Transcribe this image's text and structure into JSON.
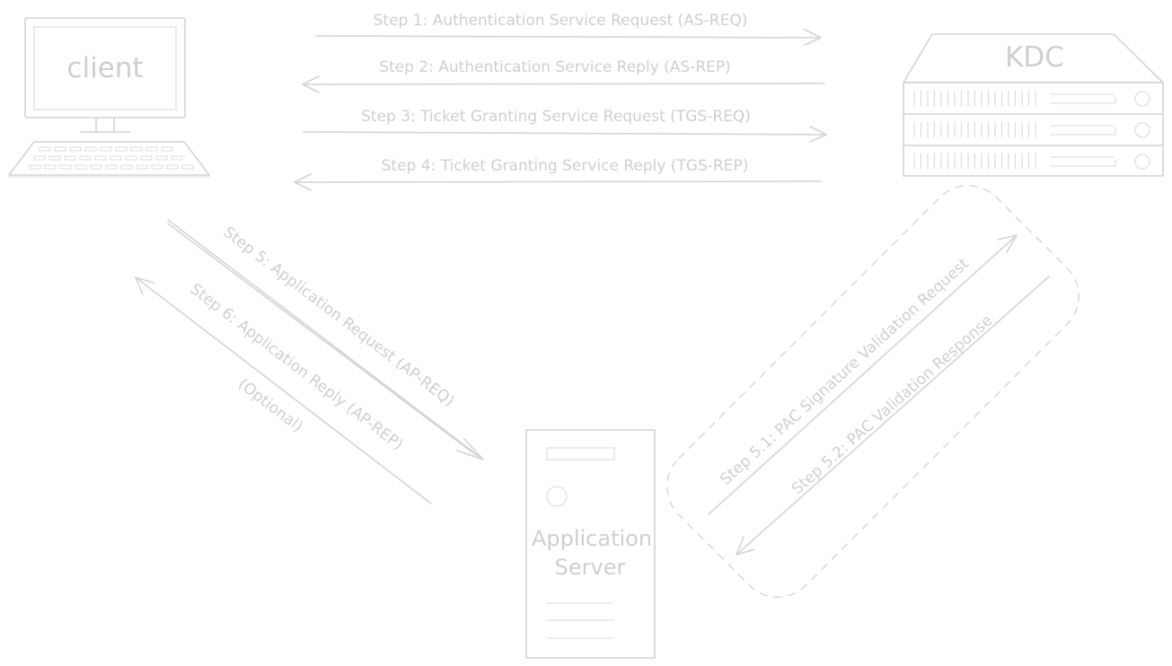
{
  "nodes": {
    "client": "client",
    "kdc": "KDC",
    "app_server_line1": "Application",
    "app_server_line2": "Server"
  },
  "steps": {
    "step1": "Step 1: Authentication Service Request (AS-REQ)",
    "step2": "Step 2: Authentication Service Reply (AS-REP)",
    "step3": "Step 3: Ticket Granting Service Request (TGS-REQ)",
    "step4": "Step 4: Ticket Granting Service Reply (TGS-REP)",
    "step5": "Step 5: Application Request (AP-REQ)",
    "step6": "Step 6: Application Reply (AP-REP)",
    "step6_note": "(Optional)",
    "step5_1": "Step 5.1: PAC Signature Validation Request",
    "step5_2": "Step 5.2: PAC Validation Response"
  },
  "colors": {
    "stroke": "#d4d4d4",
    "text": "#cfcfcf",
    "background": "#ffffff"
  }
}
